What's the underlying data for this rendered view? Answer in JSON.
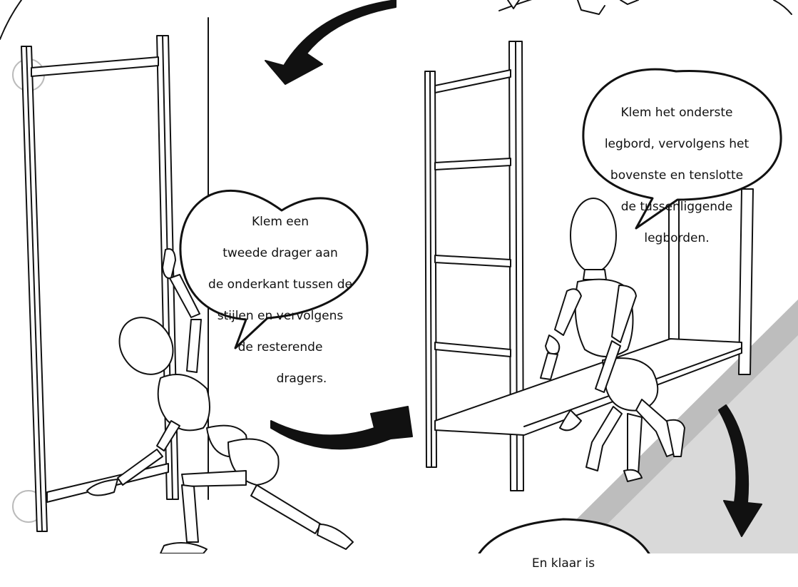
{
  "page": {
    "background_color": "#ffffff",
    "ink_color": "#111111",
    "floor_shade_color": "#d9d9d9"
  },
  "speech_bubbles": {
    "left": {
      "lines": [
        "Klem een",
        "tweede drager aan",
        "de onderkant tussen de",
        "stijlen en vervolgens",
        "de resterende",
        "dragers."
      ]
    },
    "right": {
      "lines": [
        "Klem het onderste",
        "legbord, vervolgens het",
        "bovenste en tenslotte",
        "de tussenliggende",
        "legborden."
      ]
    },
    "bottom": {
      "lines": [
        "En klaar is"
      ]
    }
  },
  "icons": {
    "arrows": [
      "curved-arrow-down-left-icon",
      "curved-arrow-right-icon",
      "curved-arrow-down-right-icon"
    ]
  }
}
